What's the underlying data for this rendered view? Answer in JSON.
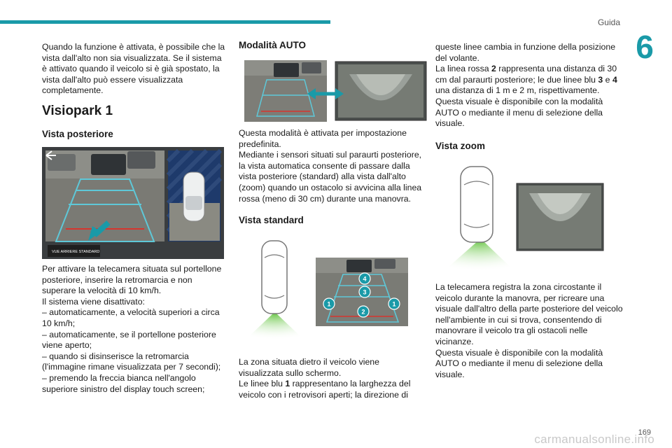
{
  "header": {
    "section": "Guida",
    "chapter": "6"
  },
  "left": {
    "intro": "Quando la funzione è attivata, è possibile che la vista dall'alto non sia visualizzata. Se il sistema è attivato quando il veicolo si è già spostato, la vista dall'alto può essere visualizzata completamente.",
    "title": "Visiopark 1",
    "subtitle": "Vista posteriore",
    "screen_label": "VUE ARRIERE STANDARD",
    "paragraph": "Per attivare la telecamera situata sul portellone posteriore, inserire la retromarcia e non superare la velocità di 10 km/h.\nIl sistema viene disattivato:\n– automaticamente, a velocità superiori a circa 10 km/h;\n– automaticamente, se il portellone posteriore viene aperto;\n– quando si disinserisce la retromarcia (l'immagine rimane visualizzata per 7 secondi);\n– premendo la freccia bianca nell'angolo superiore sinistro del display touch screen;"
  },
  "middle": {
    "auto_title": "Modalità AUTO",
    "auto_text": "Questa modalità è attivata per impostazione predefinita.\nMediante i sensori situati sul paraurti posteriore, la vista automatica consente di passare dalla vista posteriore (standard) alla vista dall'alto (zoom) quando un ostacolo si avvicina alla linea rossa (meno di 30 cm) durante una manovra.",
    "standard_title": "Vista standard",
    "badges": [
      "4",
      "3",
      "1",
      "2",
      "1"
    ],
    "standard_text_1": "La zona situata dietro il veicolo viene visualizzata sullo schermo.",
    "standard_text_2a": "Le linee blu ",
    "standard_text_2b": "1",
    "standard_text_2c": " rappresentano la larghezza del veicolo con i retrovisori aperti; la direzione di"
  },
  "right": {
    "text_1": "queste linee cambia in funzione della posizione del volante.",
    "text_2a": "La linea rossa ",
    "text_2b": "2",
    "text_2c": " rappresenta una distanza di 30 cm dal paraurti posteriore; le due linee blu ",
    "text_2d": "3",
    "text_2e": " e ",
    "text_2f": "4",
    "text_2g": " una distanza di 1 m e 2 m, rispettivamente.",
    "text_3": "Questa visuale è disponibile con la modalità AUTO o mediante il menu di selezione della visuale.",
    "zoom_title": "Vista zoom",
    "zoom_text": "La telecamera registra la zona circostante il veicolo durante la manovra, per ricreare una visuale dall'altro della parte posteriore del veicolo nell'ambiente in cui si trova, consentendo di manovrare il veicolo tra gli ostacoli nelle vicinanze.\nQuesta visuale è disponibile con la modalità AUTO o mediante il menu di selezione della visuale."
  },
  "footer": {
    "page": "169",
    "watermark": "carmanualsonline.info"
  },
  "colors": {
    "accent": "#1a9aa8",
    "guide_blue": "#5ec8d8",
    "guide_red": "#d6352e",
    "zone_green": "#8cd56a"
  }
}
